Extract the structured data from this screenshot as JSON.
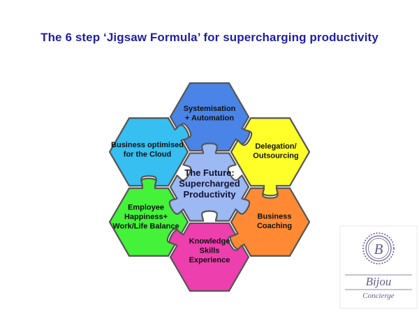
{
  "title": "The 6 step ‘Jigsaw Formula’ for supercharging productivity",
  "center": {
    "lines": [
      "The Future:",
      "Supercharged",
      "Productivity"
    ],
    "color": "#9db9f3"
  },
  "pieces": [
    {
      "id": "top",
      "lines": [
        "Systemisation",
        "+ Automation"
      ],
      "color": "#4a84e6"
    },
    {
      "id": "upper-right",
      "lines": [
        "Delegation/",
        "Outsourcing"
      ],
      "color": "#ffff2a"
    },
    {
      "id": "lower-right",
      "lines": [
        "Business",
        "Coaching"
      ],
      "color": "#ff8a33"
    },
    {
      "id": "bottom",
      "lines": [
        "Knowledge",
        "Skills",
        "Experience"
      ],
      "color": "#ee3fae"
    },
    {
      "id": "lower-left",
      "lines": [
        "Employee",
        "Happiness+",
        "Work/Life Balance"
      ],
      "color": "#44f23a"
    },
    {
      "id": "upper-left",
      "lines": [
        "Business optimised",
        "for the Cloud"
      ],
      "color": "#36bff0"
    }
  ],
  "logo": {
    "monogram": "B",
    "name": "Bijou",
    "tagline": "Concierge"
  }
}
